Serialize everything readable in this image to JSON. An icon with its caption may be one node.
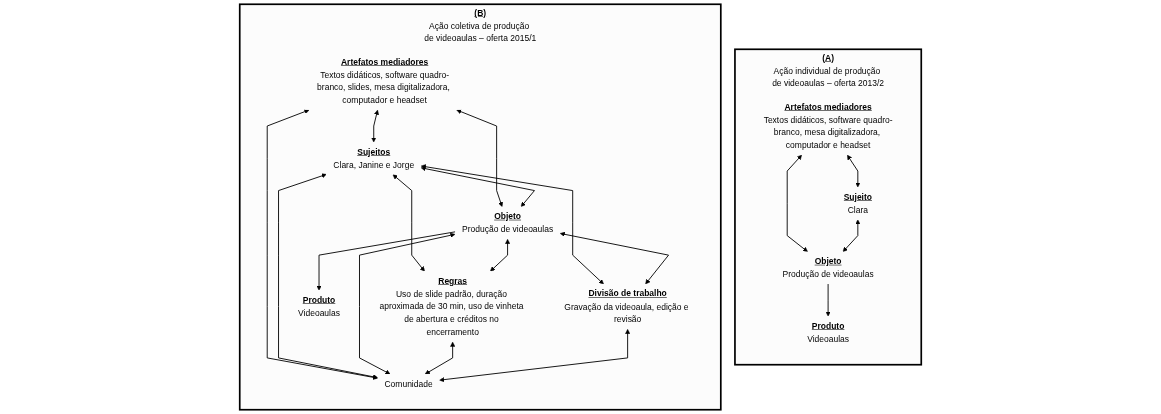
{
  "diagram": {
    "nodes": [
      {
        "text": [
          "(A)",
          "Ação individual de produção de videoaulas – oferta 2013/2"
        ]
      },
      {
        "text": [
          "Artefatos mediadores",
          "Textos didáticos, software quadro-branco, mesa digitalizadora, computador e headset"
        ],
        "in": 0
      },
      {
        "text": [
          "Sujeito",
          "Clara"
        ],
        "in": 0
      },
      {
        "text": [
          "Objeto",
          "Produção de videoaulas"
        ],
        "in": 0
      },
      {
        "text": [
          "Produto",
          "Videoaulas"
        ],
        "in": 0
      },
      {
        "text": [
          "(B)",
          "Ação coletiva de produção de videoaulas – oferta 2015/1"
        ]
      },
      {
        "text": [
          "Artefatos mediadores",
          "Textos didáticos, software quadro-branco, slides, mesa digitalizadora, computador e headset"
        ],
        "in": 5
      },
      {
        "text": [
          "Sujeitos",
          "Clara, Janine e Jorge"
        ],
        "in": 5
      },
      {
        "text": [
          "Objeto",
          "Produção de videoaulas"
        ],
        "in": 5
      },
      {
        "text": [
          "Produto",
          "Videoaulas"
        ],
        "in": 5
      },
      {
        "text": [
          "Regras",
          "Uso de slide padrão, duração aproximada de 30 min, uso de vinheta de abertura e créditos no encerramento"
        ],
        "in": 5
      },
      {
        "text": [
          "Comunidade"
        ],
        "in": 5
      },
      {
        "text": [
          "Divisão de trabalho",
          "Gravação da videoaula, edição e revisão"
        ],
        "in": 5
      }
    ],
    "edges": [
      {
        "from": 1,
        "to": 2,
        "arrow": "both"
      },
      {
        "from": 1,
        "to": 3,
        "arrow": "both"
      },
      {
        "from": 2,
        "to": 3,
        "arrow": "both"
      },
      {
        "from": 3,
        "to": 4,
        "arrow": "to"
      },
      {
        "from": 6,
        "to": 7,
        "arrow": "both"
      },
      {
        "from": 6,
        "to": 8,
        "arrow": "both"
      },
      {
        "from": 6,
        "to": 11,
        "arrow": "both"
      },
      {
        "from": 7,
        "to": 8,
        "arrow": "both"
      },
      {
        "from": 7,
        "to": 10,
        "arrow": "both"
      },
      {
        "from": 7,
        "to": 11,
        "arrow": "both"
      },
      {
        "from": 7,
        "to": 12,
        "arrow": "both"
      },
      {
        "from": 8,
        "to": 10,
        "arrow": "both"
      },
      {
        "from": 8,
        "to": 11,
        "arrow": "both"
      },
      {
        "from": 8,
        "to": 12,
        "arrow": "both"
      },
      {
        "from": 10,
        "to": 11,
        "arrow": "both"
      },
      {
        "from": 12,
        "to": 11,
        "arrow": "both"
      },
      {
        "from": 8,
        "to": 9,
        "arrow": "to"
      }
    ]
  }
}
